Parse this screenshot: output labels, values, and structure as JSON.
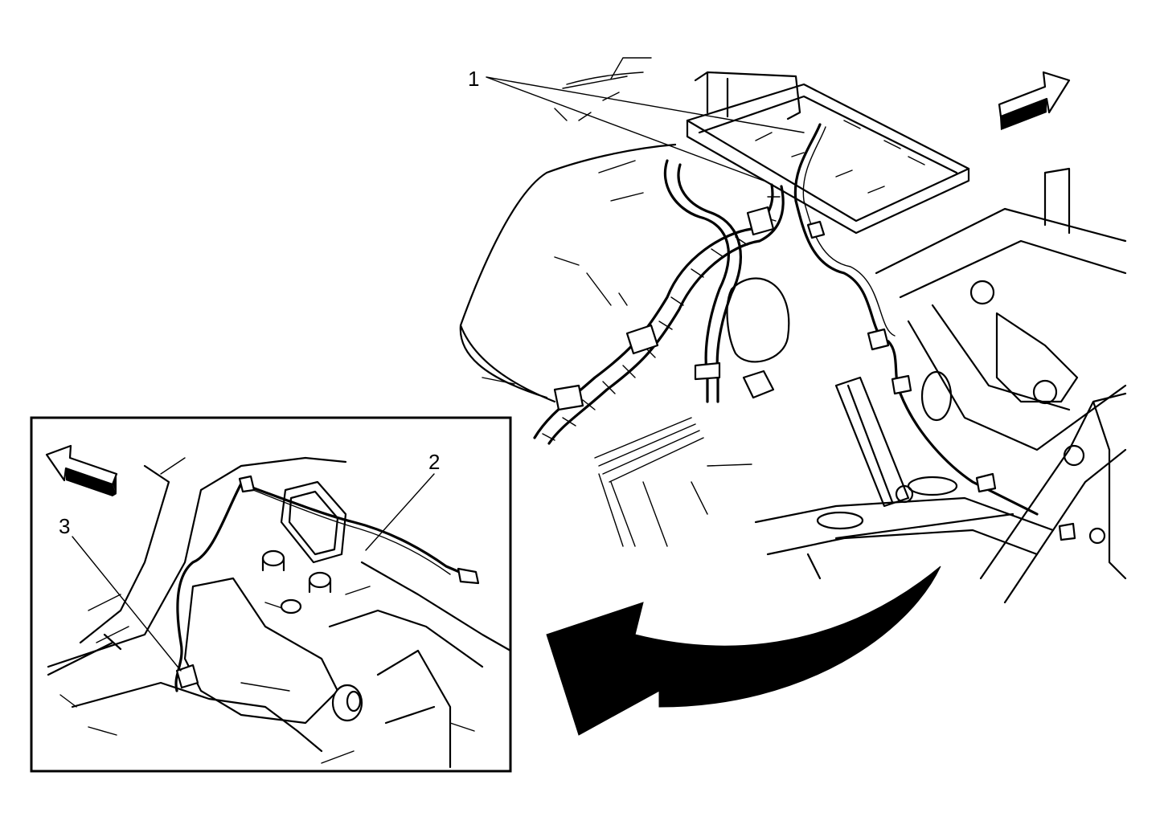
{
  "figure": {
    "callouts": {
      "one": "1",
      "two": "2",
      "three": "3"
    },
    "icons": {
      "main_view": "front-direction-arrow-icon",
      "detail_view": "front-direction-arrow-icon",
      "transition": "curved-view-transition-arrow-icon"
    },
    "colors": {
      "line": "#000000",
      "background": "#ffffff"
    }
  }
}
